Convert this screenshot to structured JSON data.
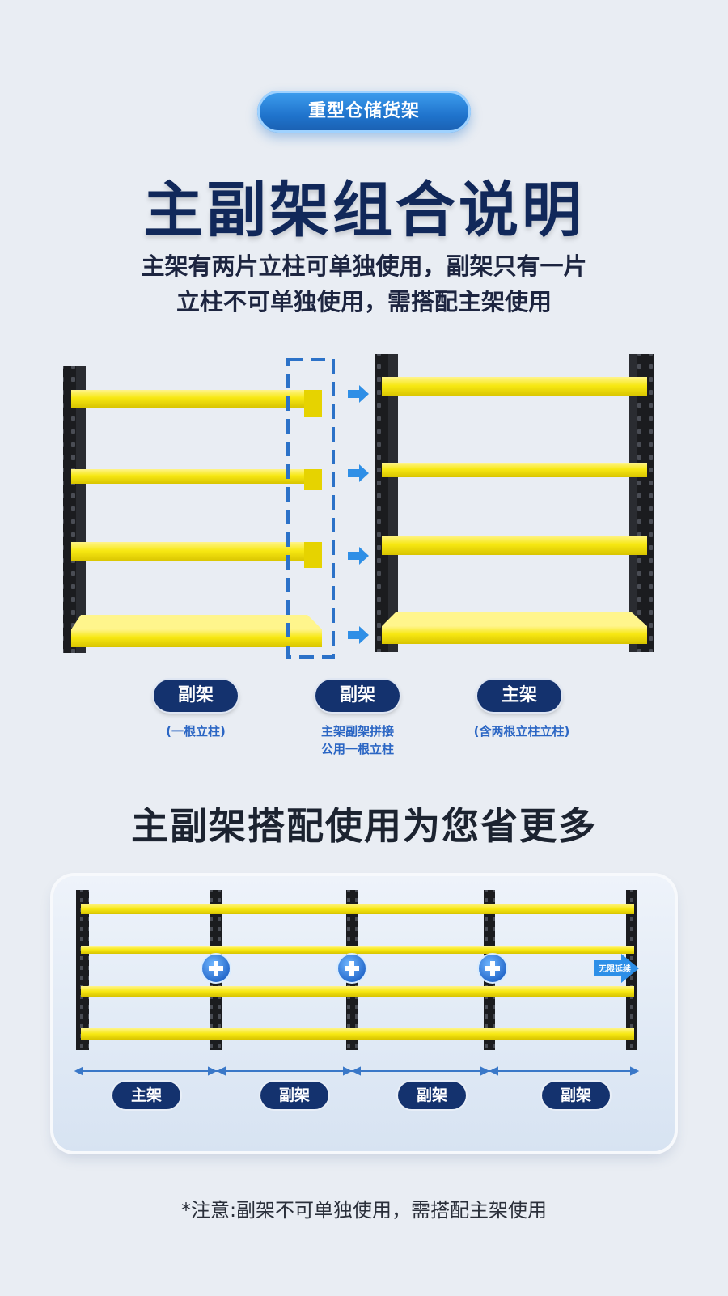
{
  "header": {
    "badge": "重型仓储货架",
    "title": "主副架组合说明",
    "desc_line1": "主架有两片立柱可单独使用，副架只有一片",
    "desc_line2": "立柱不可单独使用，需搭配主架使用"
  },
  "diagram1": {
    "labels": [
      {
        "pill": "副架",
        "caption": "(一根立柱)"
      },
      {
        "pill": "副架",
        "caption_line1": "主架副架拼接",
        "caption_line2": "公用一根立柱"
      },
      {
        "pill": "主架",
        "caption": "(含两根立柱立柱)"
      }
    ]
  },
  "section2": {
    "title": "主副架搭配使用为您省更多",
    "extend_label": "无限延续",
    "pills": [
      "主架",
      "副架",
      "副架",
      "副架"
    ]
  },
  "footer": {
    "note": "*注意:副架不可单独使用，需搭配主架使用"
  },
  "colors": {
    "shelf_yellow": "#f5e50e",
    "upright_black": "#1b1c1f",
    "navy": "#14326e",
    "accent_blue": "#1f73cc"
  }
}
